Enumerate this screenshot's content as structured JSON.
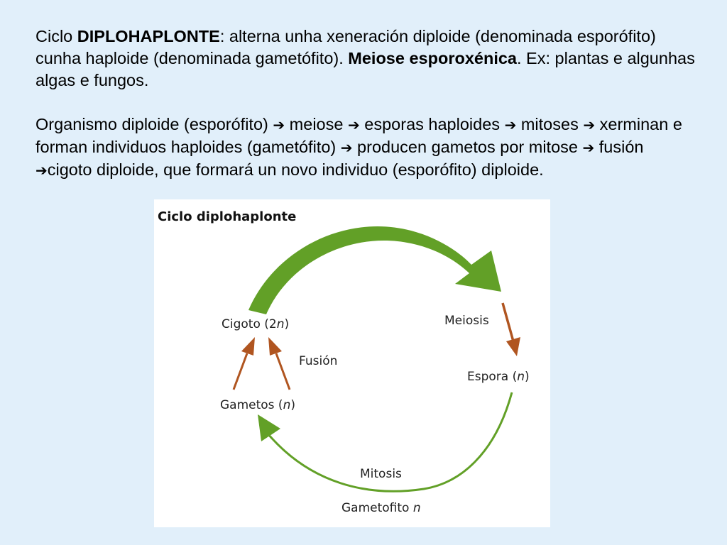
{
  "intro": {
    "p1_a": "Ciclo ",
    "p1_bold1": "DIPLOHAPLONTE",
    "p1_b": ": alterna unha xeneración diploide (denominada esporófito) cunha haploide (denominada gametófito). ",
    "p1_bold2": "Meiose esporoxénica",
    "p1_c": ". Ex: plantas e algunhas algas e fungos."
  },
  "sequence": {
    "s1": "Organismo diploide (esporófito) ",
    "s2": " meiose ",
    "s3": " esporas haploides ",
    "s4": " mitoses ",
    "s5": " xerminan e forman individuos haploides (gametófito) ",
    "s6": " producen gametos por mitose ",
    "s7": " fusión ",
    "s8": "cigoto diploide, que formará un novo individuo (esporófito) diploide.",
    "arrow": "➔"
  },
  "diagram": {
    "title": "Ciclo diplohaplonte",
    "cigoto": "Cigoto (2",
    "cigoto_n": "n",
    "cigoto_close": ")",
    "meiosis": "Meiosis",
    "espora": "Espora (",
    "espora_n": "n",
    "espora_close": ")",
    "fusion": "Fusión",
    "gametos": "Gametos (",
    "gametos_n": "n",
    "gametos_close": ")",
    "mitosis": "Mitosis",
    "gametofito": "Gametofito ",
    "gametofito_n": "n",
    "colors": {
      "green": "#62a027",
      "brown": "#b05520"
    }
  }
}
